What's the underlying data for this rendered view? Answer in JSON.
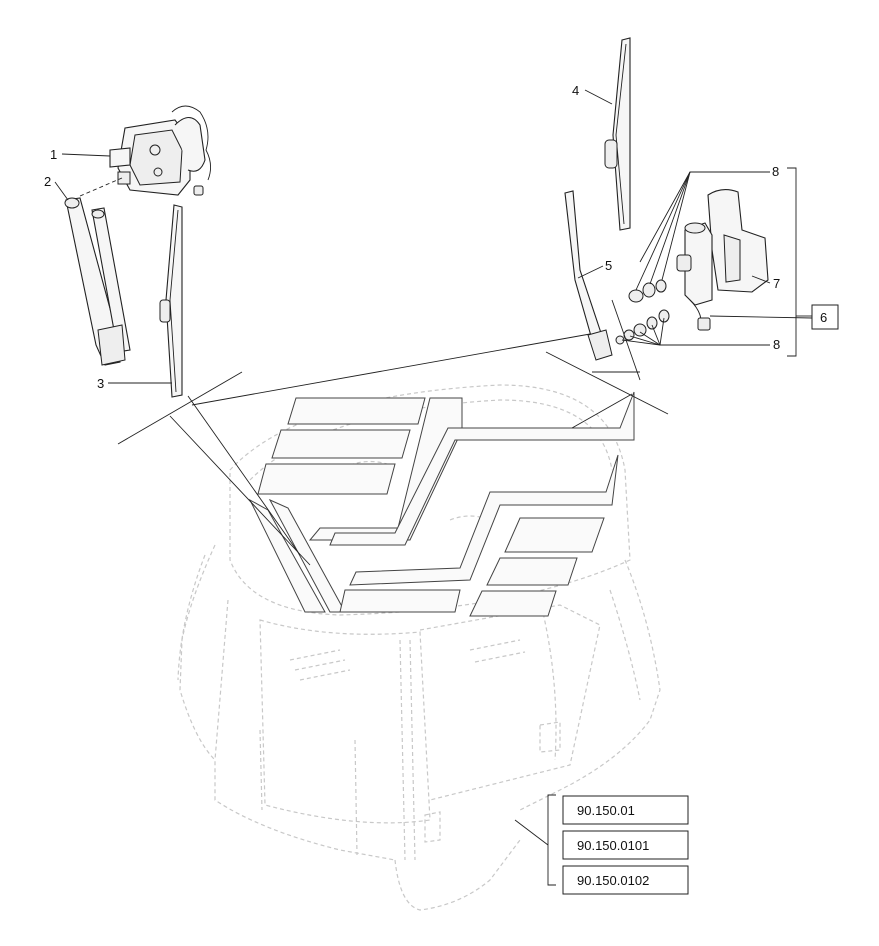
{
  "callouts": {
    "c1": "1",
    "c2": "2",
    "c3": "3",
    "c4": "4",
    "c5": "5",
    "c6": "6",
    "c7": "7",
    "c8a": "8",
    "c8b": "8"
  },
  "references": [
    "90.150.01",
    "90.150.0101",
    "90.150.0102"
  ]
}
